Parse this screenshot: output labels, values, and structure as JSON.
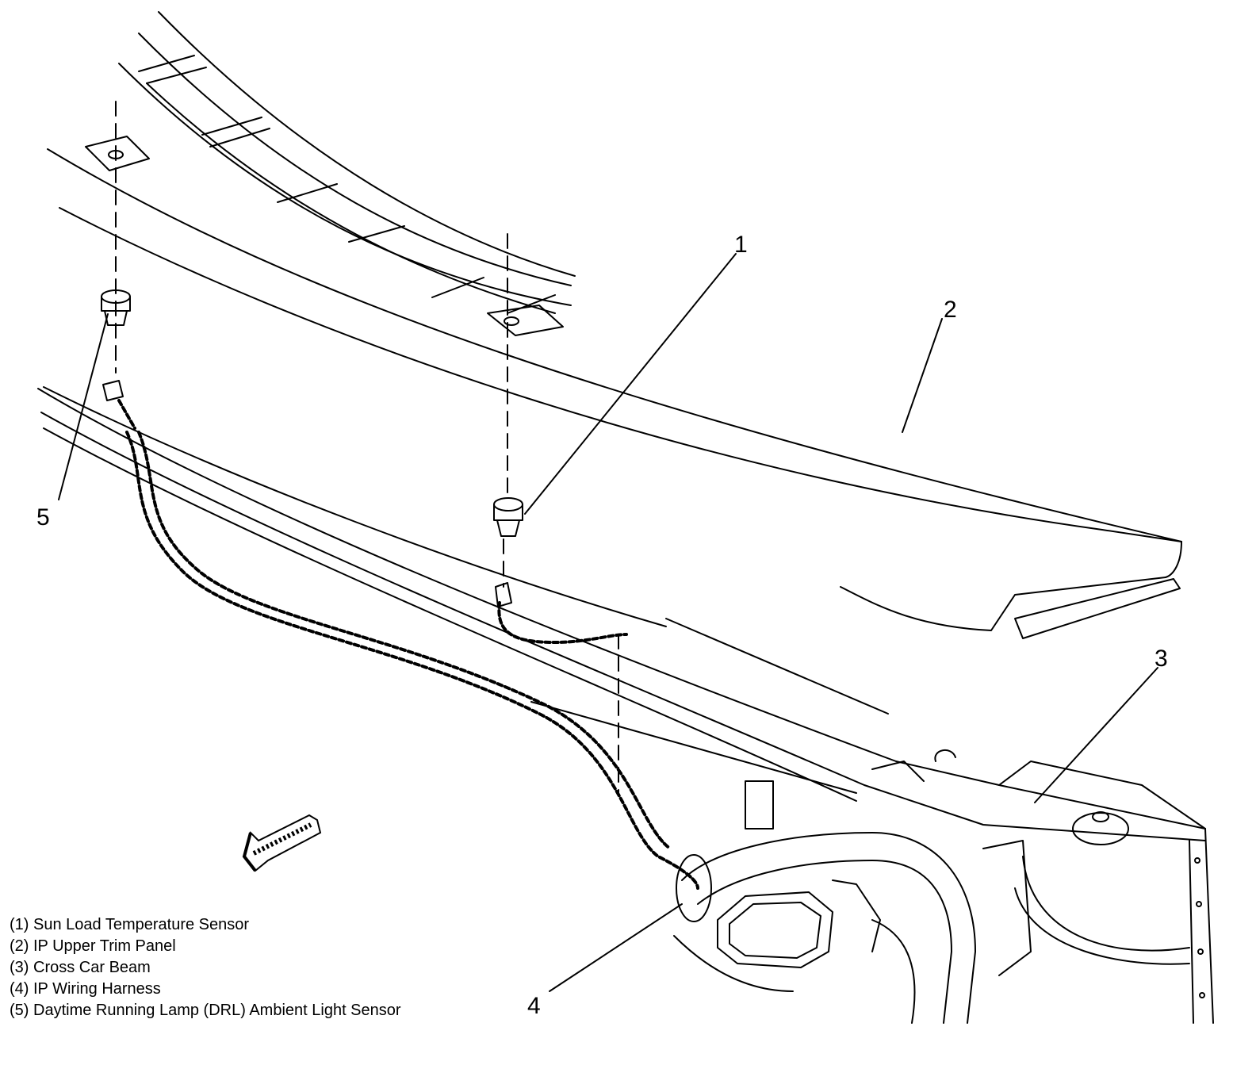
{
  "callouts": {
    "n1": "1",
    "n2": "2",
    "n3": "3",
    "n4": "4",
    "n5": "5"
  },
  "legend": [
    "(1) Sun Load Temperature Sensor",
    "(2) IP Upper Trim Panel",
    "(3) Cross Car Beam",
    "(4) IP Wiring Harness",
    "(5) Daytime Running Lamp (DRL) Ambient Light Sensor"
  ],
  "colors": {
    "line": "#000000",
    "background": "#ffffff"
  },
  "icons": {
    "direction_arrow": "front-direction-arrow-icon"
  }
}
